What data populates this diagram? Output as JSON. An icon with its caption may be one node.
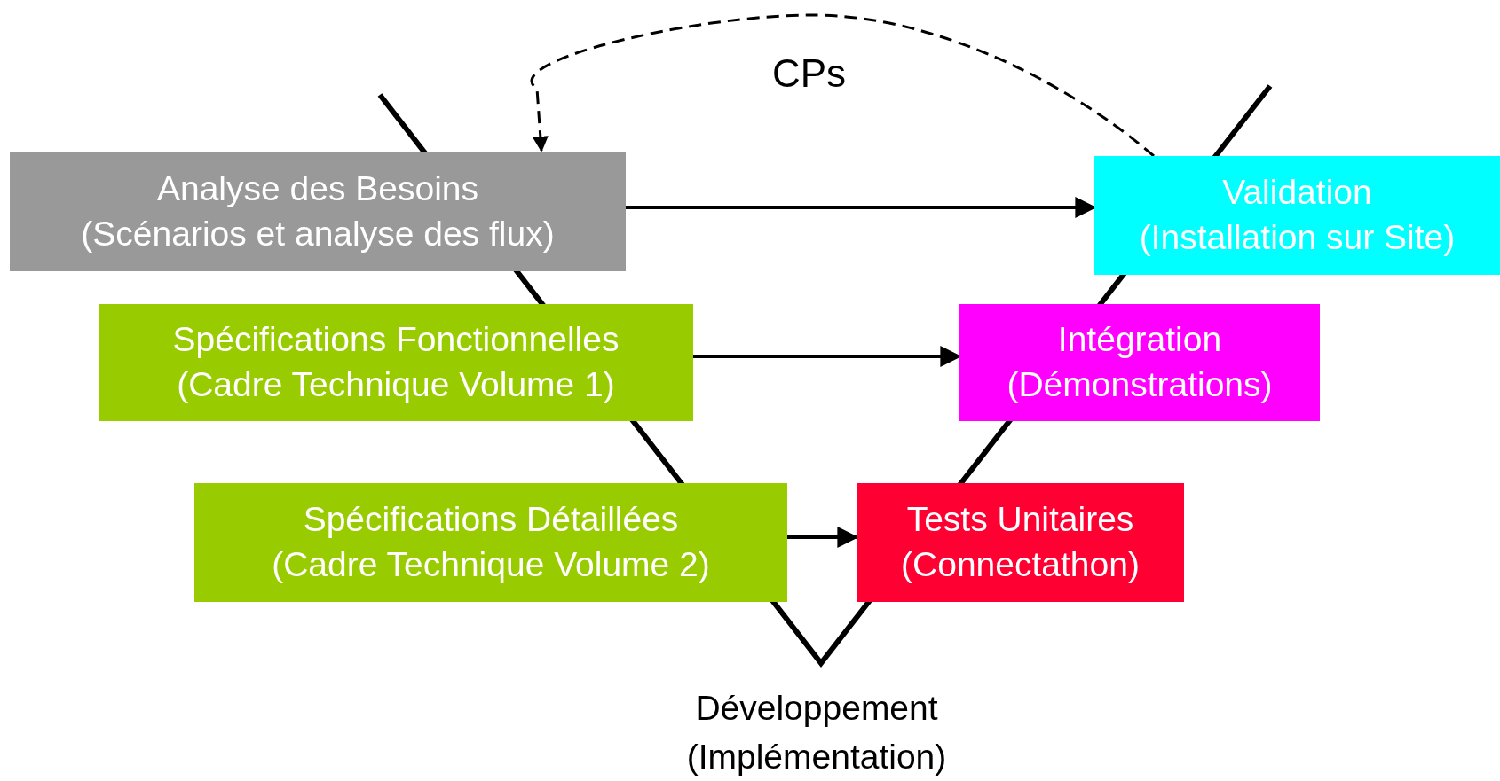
{
  "diagram": {
    "nodes": [
      {
        "text": [
          "Analyse des Besoins",
          "(Scénarios et analyse des flux)"
        ]
      },
      {
        "text": [
          "Validation",
          "(Installation sur Site)"
        ]
      },
      {
        "text": [
          "Spécifications Fonctionnelles",
          "(Cadre Technique Volume 1)"
        ]
      },
      {
        "text": [
          "Intégration",
          "(Démonstrations)"
        ]
      },
      {
        "text": [
          "Spécifications Détaillées",
          "(Cadre Technique Volume 2)"
        ]
      },
      {
        "text": [
          "Tests Unitaires",
          "(Connectathon)"
        ]
      }
    ],
    "edges": [
      {
        "from": 0,
        "to": 1,
        "arrow": "to"
      },
      {
        "from": 2,
        "to": 3,
        "arrow": "to"
      },
      {
        "from": 4,
        "to": 5,
        "arrow": "to"
      },
      {
        "from": 1,
        "to": 0,
        "arrow": "to",
        "label": "CPs",
        "style": "dashed"
      }
    ],
    "labels": [
      "Développement (Implémentation)"
    ]
  }
}
